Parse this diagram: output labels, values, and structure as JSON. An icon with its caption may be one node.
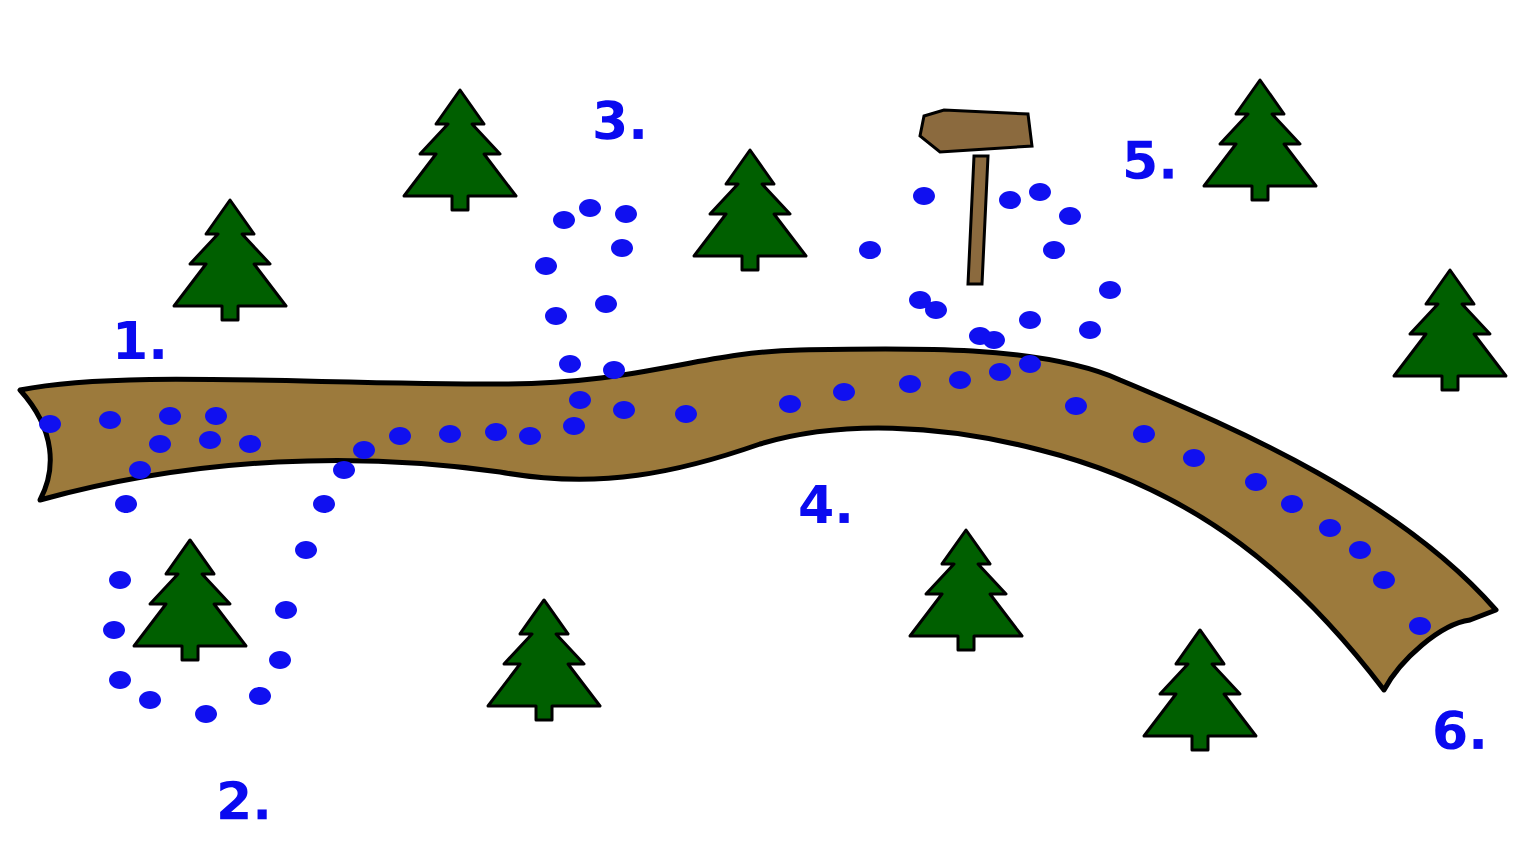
{
  "diagram": {
    "labels": [
      "1.",
      "2.",
      "3.",
      "4.",
      "5.",
      "6."
    ]
  }
}
